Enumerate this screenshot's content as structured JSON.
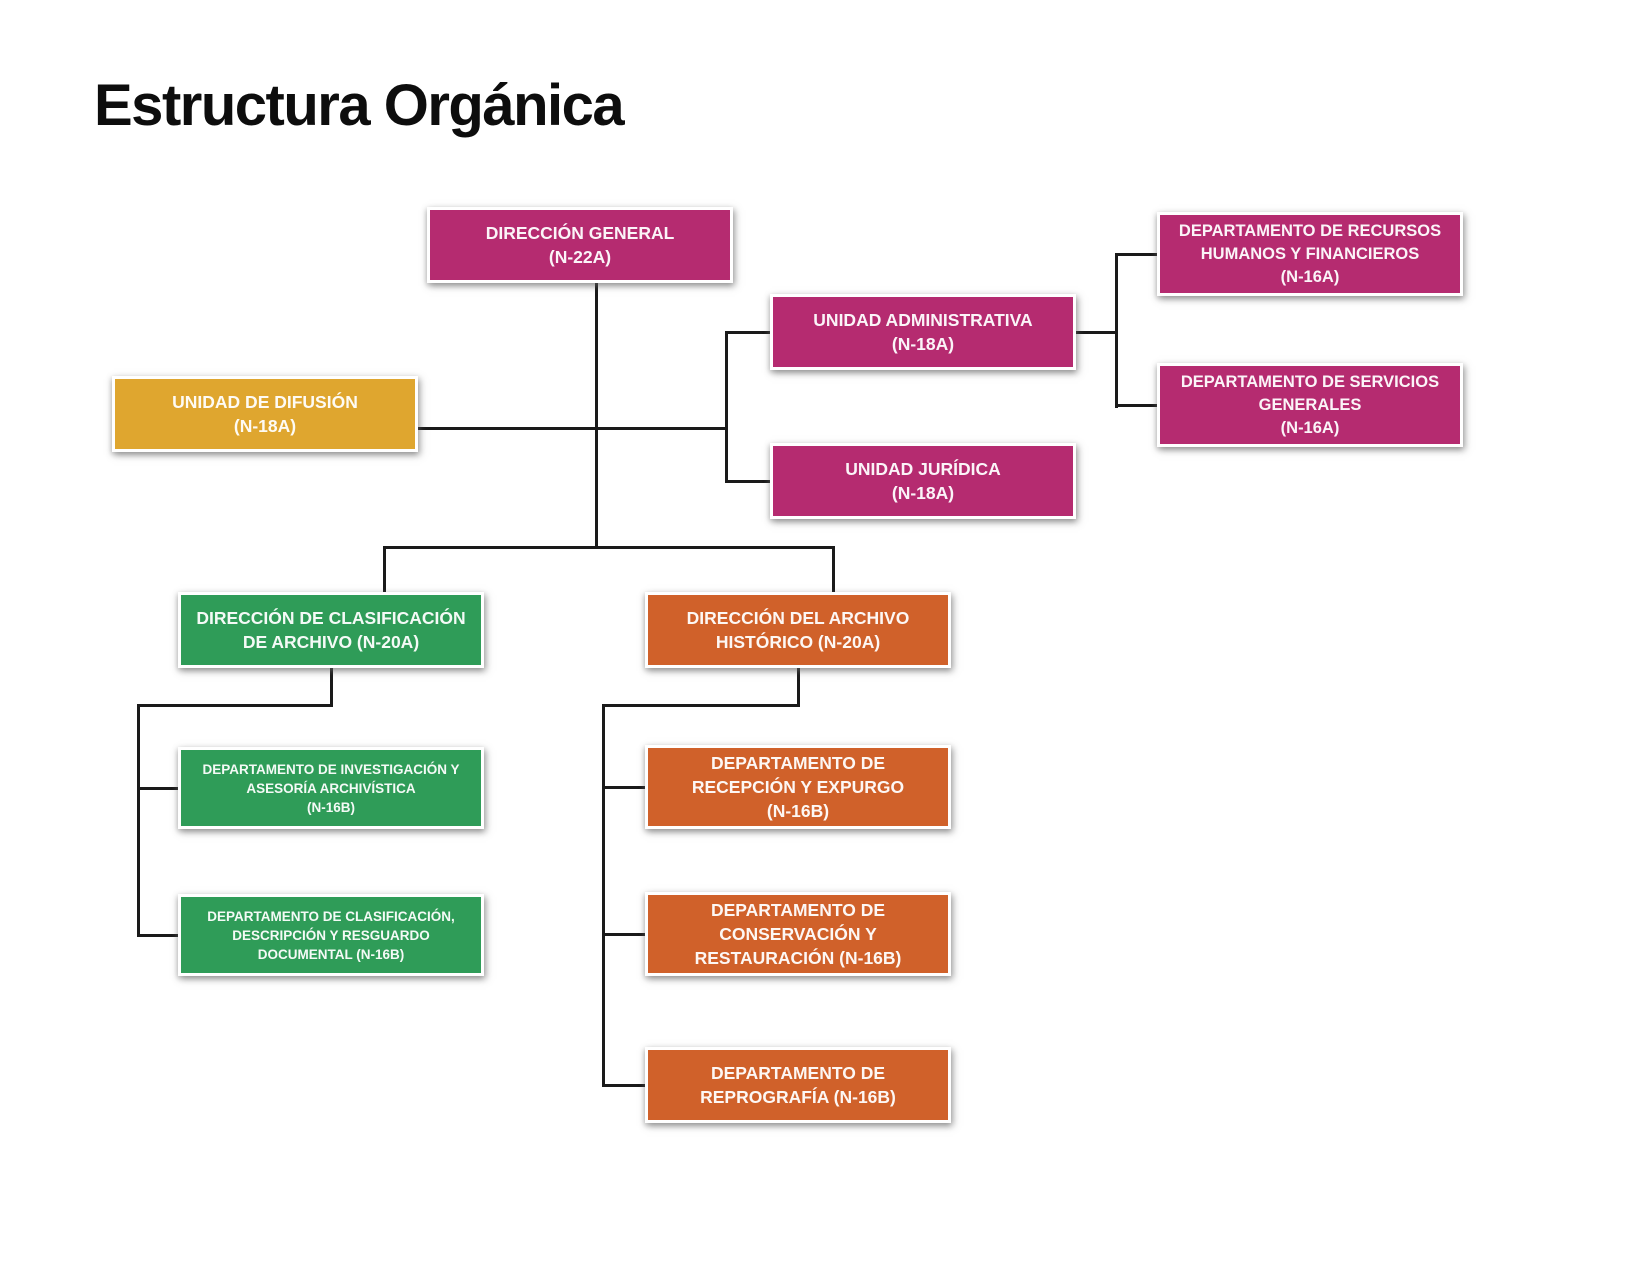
{
  "title": "Estructura Orgánica",
  "colors": {
    "magenta": "#B52B70",
    "gold": "#DFA62F",
    "green": "#2F9C58",
    "orange": "#D0612A",
    "line": "#1A1A1A"
  },
  "nodes": {
    "dg": {
      "l1": "DIRECCIÓN GENERAL",
      "l2": "(N-22A)"
    },
    "ua": {
      "l1": "UNIDAD ADMINISTRATIVA",
      "l2": "(N-18A)"
    },
    "drh": {
      "l1": "DEPARTAMENTO DE RECURSOS",
      "l2": "HUMANOS Y FINANCIEROS",
      "l3": "(N-16A)"
    },
    "dsg": {
      "l1": "DEPARTAMENTO DE SERVICIOS",
      "l2": "GENERALES",
      "l3": "(N-16A)"
    },
    "ud": {
      "l1": "UNIDAD DE DIFUSIÓN",
      "l2": "(N-18A)"
    },
    "uj": {
      "l1": "UNIDAD JURÍDICA",
      "l2": "(N-18A)"
    },
    "dca": {
      "l1": "DIRECCIÓN DE CLASIFICACIÓN",
      "l2": "DE ARCHIVO (N-20A)"
    },
    "dah": {
      "l1": "DIRECCIÓN DEL ARCHIVO",
      "l2": "HISTÓRICO (N-20A)"
    },
    "dia": {
      "l1": "DEPARTAMENTO DE INVESTIGACIÓN Y",
      "l2": "ASESORÍA ARCHIVÍSTICA",
      "l3": "(N-16B)"
    },
    "dcd": {
      "l1": "DEPARTAMENTO DE CLASIFICACIÓN,",
      "l2": "DESCRIPCIÓN Y RESGUARDO",
      "l3": "DOCUMENTAL  (N-16B)"
    },
    "dre": {
      "l1": "DEPARTAMENTO DE",
      "l2": "RECEPCIÓN Y EXPURGO",
      "l3": "(N-16B)"
    },
    "dcr": {
      "l1": "DEPARTAMENTO DE",
      "l2": "CONSERVACIÓN Y",
      "l3": "RESTAURACIÓN (N-16B)"
    },
    "drp": {
      "l1": "DEPARTAMENTO DE",
      "l2": "REPROGRAFÍA (N-16B)"
    }
  }
}
